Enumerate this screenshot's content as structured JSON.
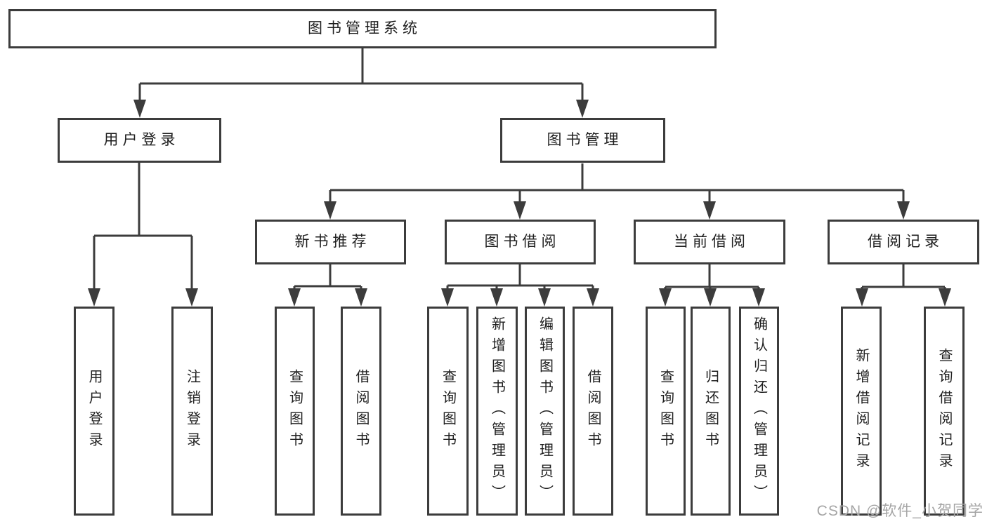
{
  "diagram_title": "图书管理系统",
  "watermark": "CSDN @软件_小贺同学",
  "colors": {
    "line": "#3c3c3c",
    "box_border": "#3c3c3c",
    "box_fill": "#ffffff",
    "text": "#1f1f1f",
    "watermark": "#a5a5a5",
    "background": "#ffffff"
  },
  "tree": {
    "root": {
      "label": "图书管理系统"
    },
    "children": [
      {
        "label": "用户登录",
        "children": [
          {
            "label": "用户登录"
          },
          {
            "label": "注销登录"
          }
        ]
      },
      {
        "label": "图书管理",
        "children": [
          {
            "label": "新书推荐",
            "children": [
              {
                "label": "查询图书"
              },
              {
                "label": "借阅图书"
              }
            ]
          },
          {
            "label": "图书借阅",
            "children": [
              {
                "label": "查询图书"
              },
              {
                "label": "新增图书（管理员）"
              },
              {
                "label": "编辑图书（管理员）"
              },
              {
                "label": "借阅图书"
              }
            ]
          },
          {
            "label": "当前借阅",
            "children": [
              {
                "label": "查询图书"
              },
              {
                "label": "归还图书"
              },
              {
                "label": "确认归还（管理员）"
              }
            ]
          },
          {
            "label": "借阅记录",
            "children": [
              {
                "label": "新增借阅记录"
              },
              {
                "label": "查询借阅记录"
              }
            ]
          }
        ]
      }
    ]
  }
}
